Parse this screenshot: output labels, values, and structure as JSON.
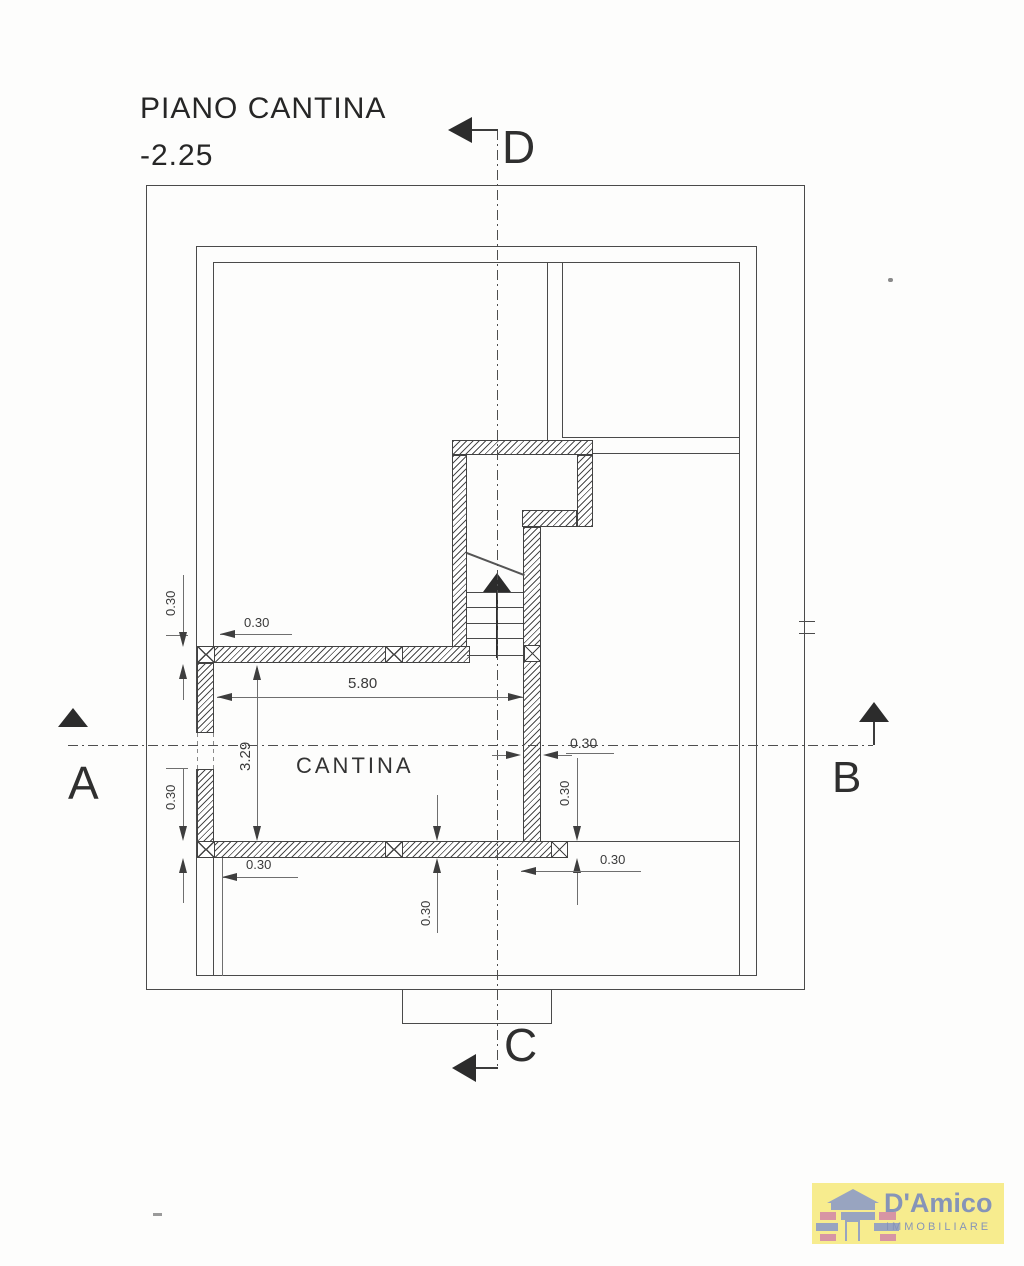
{
  "title": {
    "name": "PIANO CANTINA",
    "elevation": "-2.25"
  },
  "room": {
    "label": "CANTINA"
  },
  "sections": {
    "a": "A",
    "b": "B",
    "c": "C",
    "d": "D"
  },
  "dimensions": {
    "wall_thickness": "0.30",
    "cantina_width": "5.80",
    "cantina_depth": "3.29"
  },
  "logo": {
    "brand": "D'Amico",
    "subtitle": "IMMOBILIARE",
    "bg_color": "#f7ec8e",
    "text_color": "#8694b8",
    "brick_pink": "#d795a4",
    "brick_gray": "#98a4c0"
  }
}
